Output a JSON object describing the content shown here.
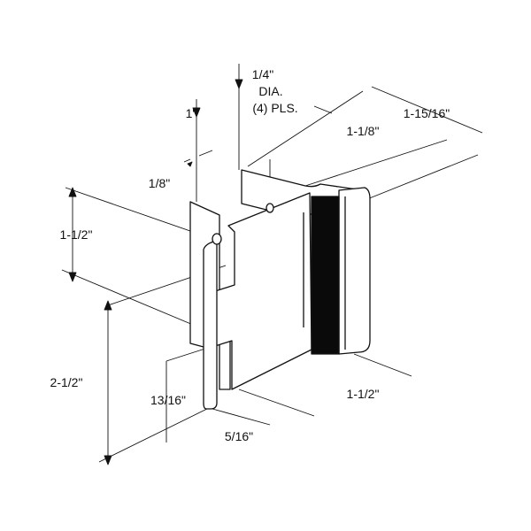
{
  "drawing": {
    "hole_note": {
      "line1": "1/4\"",
      "line2": "DIA.",
      "line3": "(4) PLS."
    },
    "dimensions": {
      "top_width": "1\"",
      "overall_depth": "1-15/16\"",
      "body_depth": "1-1/8\"",
      "plate_thickness": "1/8\"",
      "upper_height": "1-1/2\"",
      "overall_height": "2-1/2\"",
      "slot_offset": "13/16\"",
      "bottom_width": "1-1/2\"",
      "slot_width": "5/16\""
    },
    "colors": {
      "line": "#111111",
      "fill": "#ffffff",
      "gasket": "#0a0a0a"
    }
  }
}
